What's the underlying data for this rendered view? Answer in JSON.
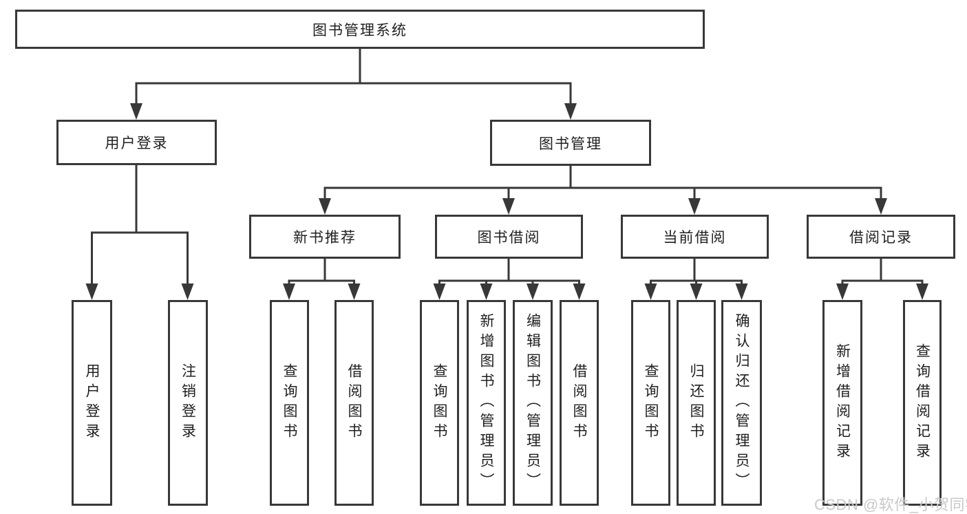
{
  "diagram": {
    "type": "function-structure-tree",
    "colors": {
      "line": "#383838",
      "box_border": "#383838",
      "text": "#1f1f1f",
      "background": "#ffffff",
      "watermark": "#c9c9c9"
    },
    "tree": {
      "root": {
        "label": "图书管理系统"
      },
      "branches": [
        {
          "label": "用户登录",
          "children": [
            {
              "label": "用户登录"
            },
            {
              "label": "注销登录"
            }
          ]
        },
        {
          "label": "图书管理",
          "children": [
            {
              "label": "新书推荐",
              "children": [
                {
                  "label": "查询图书"
                },
                {
                  "label": "借阅图书"
                }
              ]
            },
            {
              "label": "图书借阅",
              "children": [
                {
                  "label": "查询图书"
                },
                {
                  "label": "新增图书（管理员）"
                },
                {
                  "label": "编辑图书（管理员）"
                },
                {
                  "label": "借阅图书"
                }
              ]
            },
            {
              "label": "当前借阅",
              "children": [
                {
                  "label": "查询图书"
                },
                {
                  "label": "归还图书"
                },
                {
                  "label": "确认归还（管理员）"
                }
              ]
            },
            {
              "label": "借阅记录",
              "children": [
                {
                  "label": "新增借阅记录"
                },
                {
                  "label": "查询借阅记录"
                }
              ]
            }
          ]
        }
      ]
    },
    "watermark": {
      "text": "CSDN @软件_小贺同学"
    }
  }
}
